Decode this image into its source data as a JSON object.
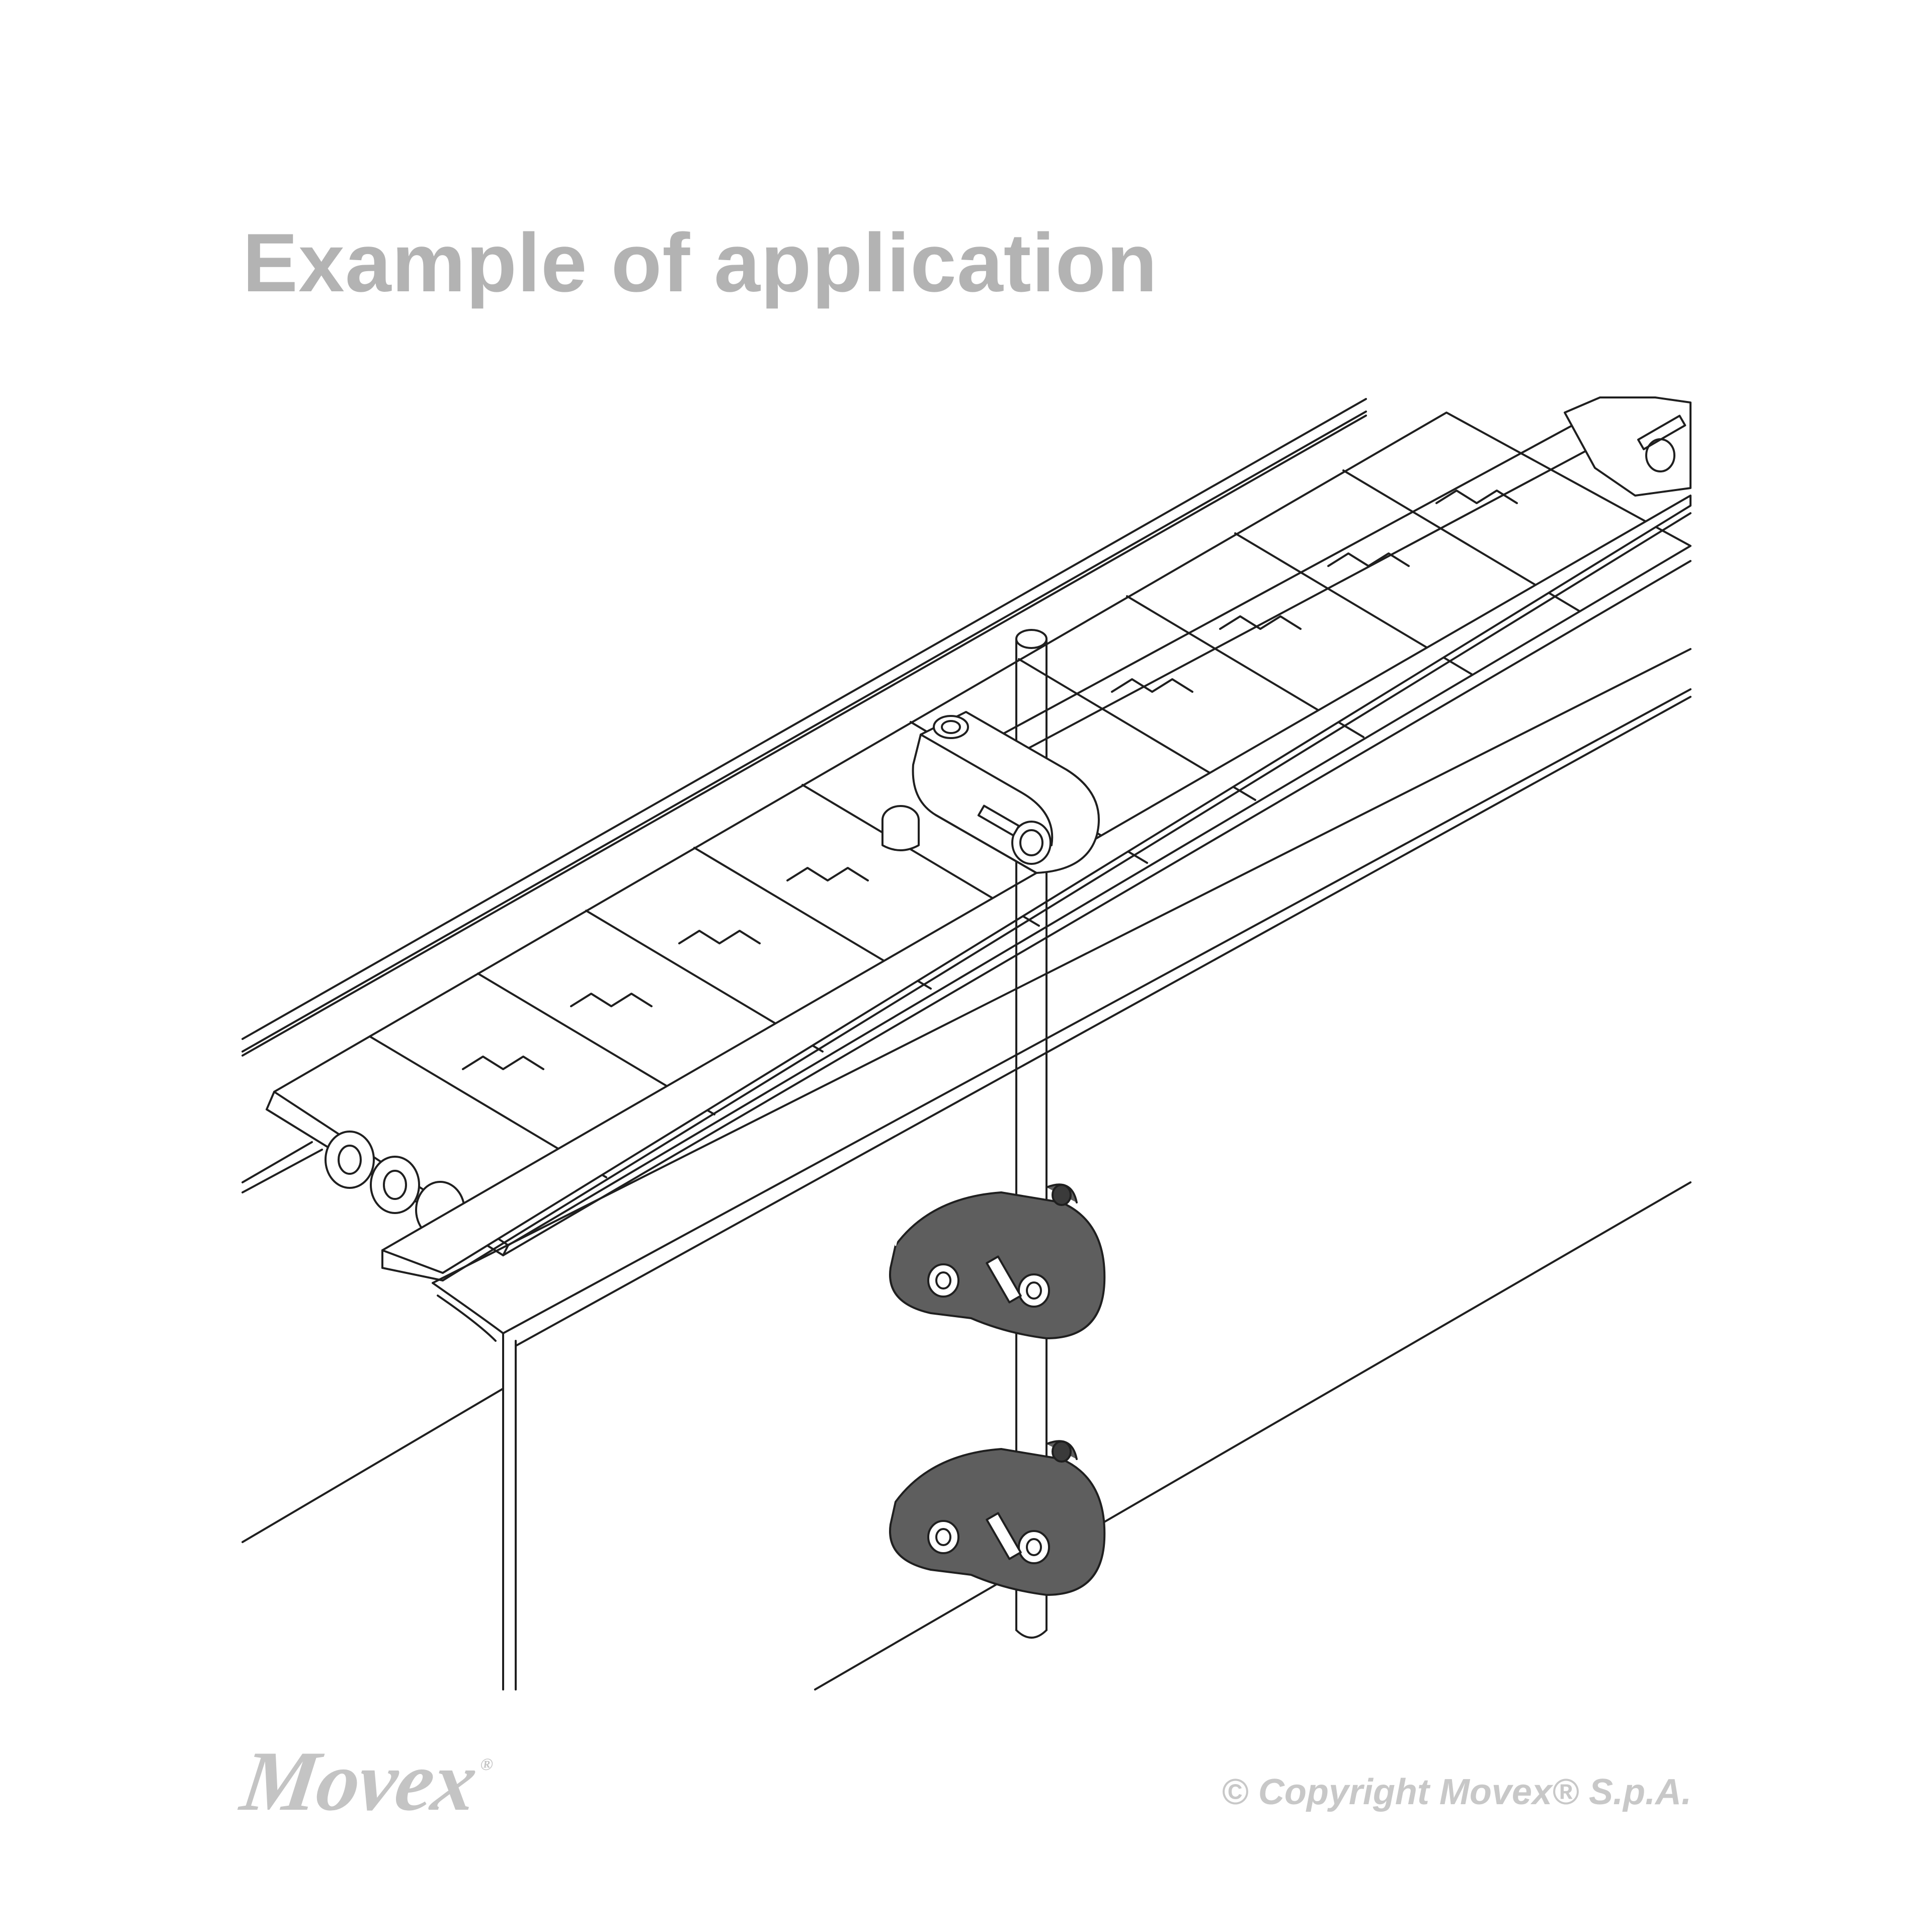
{
  "page": {
    "title": "Example of application",
    "brand_logo": "Movex",
    "brand_logo_mark": "®",
    "copyright": "© Copyright Movex® S.p.A.",
    "product_label": "Movex"
  },
  "colors": {
    "title": "#b3b3b3",
    "logo": "#c4c4c4",
    "copyright": "#c8c8c8",
    "line": "#1f1f1f",
    "clamp_fill": "#5e5e5e",
    "clamp_dark": "#3a3a3a",
    "white": "#ffffff"
  },
  "icons": {
    "clamp_upper": "rod-clamp-icon",
    "clamp_lower": "rod-clamp-icon",
    "cross_clamp": "cross-clamp-icon"
  }
}
